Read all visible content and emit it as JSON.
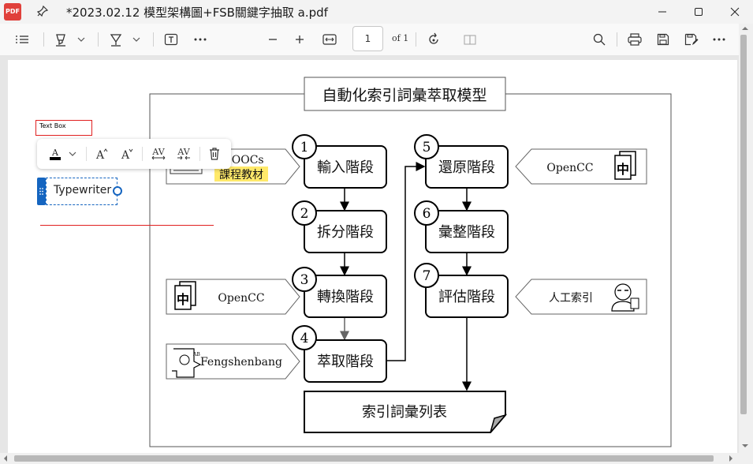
{
  "window": {
    "title": "*2023.02.12 模型架構圖+FSB關鍵字抽取 a.pdf",
    "app_icon_text": "PDF"
  },
  "toolbar": {
    "page_number": "1",
    "page_count": "of 1"
  },
  "annotation": {
    "textbox_label": "Text Box",
    "typewriter_text": "Typewriter"
  },
  "diagram": {
    "title": "自動化索引詞彙萃取模型",
    "stages": [
      {
        "num": "1",
        "label": "輸入階段"
      },
      {
        "num": "2",
        "label": "拆分階段"
      },
      {
        "num": "3",
        "label": "轉換階段"
      },
      {
        "num": "4",
        "label": "萃取階段"
      },
      {
        "num": "5",
        "label": "還原階段"
      },
      {
        "num": "6",
        "label": "彙整階段"
      },
      {
        "num": "7",
        "label": "評估階段"
      }
    ],
    "output_label": "索引詞彙列表",
    "sources": {
      "moocs_line1": "MOOCs",
      "moocs_line2": "課程教材",
      "opencc_left": "OpenCC",
      "fengshenbang": "Fengshenbang",
      "opencc_right": "OpenCC",
      "human_index": "人工索引"
    },
    "icon_char": "中"
  },
  "colors": {
    "accent": "#1565c0",
    "highlight": "#ffe96a",
    "annotation_red": "#e02020"
  }
}
